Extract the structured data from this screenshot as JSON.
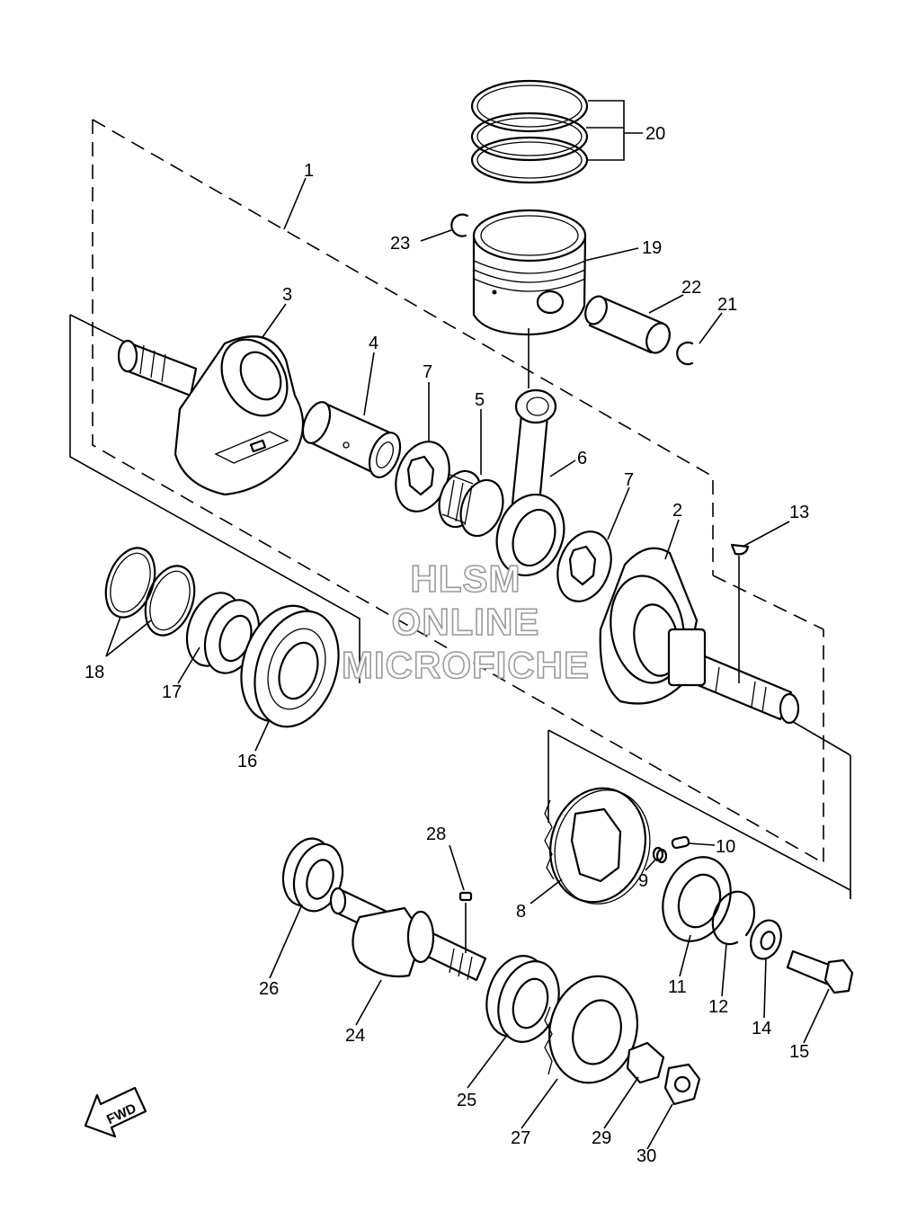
{
  "watermark": {
    "line1": "HLSM",
    "line2": "ONLINE",
    "line3": "MICROFICHE"
  },
  "fwd_arrow_label": "FWD",
  "callouts": {
    "c1": "1",
    "c2": "2",
    "c3": "3",
    "c4": "4",
    "c5": "5",
    "c6": "6",
    "c7a": "7",
    "c7b": "7",
    "c8": "8",
    "c9": "9",
    "c10": "10",
    "c11": "11",
    "c12": "12",
    "c13": "13",
    "c14": "14",
    "c15": "15",
    "c16": "16",
    "c17": "17",
    "c18": "18",
    "c19": "19",
    "c20": "20",
    "c21": "21",
    "c22": "22",
    "c23": "23",
    "c24": "24",
    "c25": "25",
    "c26": "26",
    "c27": "27",
    "c28": "28",
    "c29": "29",
    "c30": "30"
  }
}
